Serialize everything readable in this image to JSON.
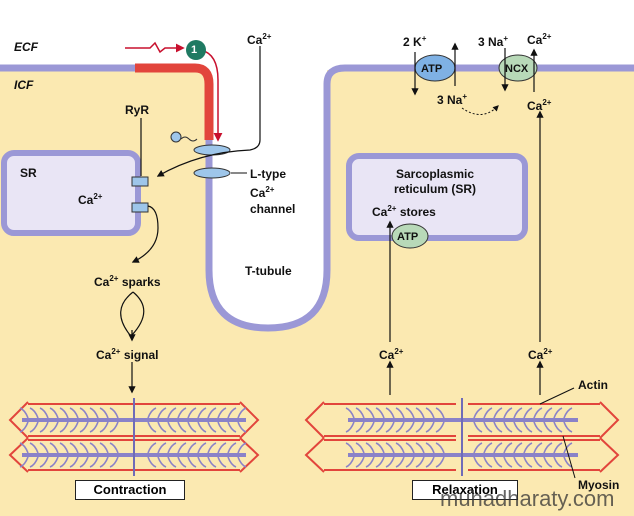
{
  "regions": {
    "ecf": "ECF",
    "icf": "ICF"
  },
  "step_badge": "1",
  "labels": {
    "ca_top_left": "Ca",
    "ryr": "RyR",
    "sr": "SR",
    "ca_sr": "Ca",
    "ltype_line1": "L-type",
    "ltype_line2": "Ca",
    "ltype_line3": "channel",
    "ca_sparks": "sparks",
    "ca_sparks_ion": "Ca",
    "ca_signal_ion": "Ca",
    "ca_signal": "signal",
    "t_tubule": "T-tubule",
    "k": "2 K",
    "na_left": "3 Na",
    "na_right": "3 Na",
    "ca_top_right": "Ca",
    "ca_right_mid": "Ca",
    "sr2_line1": "Sarcoplasmic",
    "sr2_line2": "reticulum (SR)",
    "ca_stores_ion": "Ca",
    "ca_stores": "stores",
    "ca_relax_left": "Ca",
    "ca_relax_right": "Ca",
    "actin": "Actin",
    "myosin": "Myosin",
    "ion_charge_2": "2+",
    "ion_charge_k": "+",
    "ion_charge_na": "+"
  },
  "pumps": {
    "atp_membrane": "ATP",
    "ncx": "NCX",
    "atp_sr": "ATP"
  },
  "captions": {
    "contraction": "Contraction",
    "relaxation": "Relaxation"
  },
  "watermark": "muhadharaty.com",
  "colors": {
    "icf": "#fbe9b1",
    "membrane": "#9b98d6",
    "membrane_dark": "#6f6cb8",
    "sr_fill": "#e9e5f5",
    "red": "#e2453c",
    "pump_blue": "#7fb1e4",
    "pump_green": "#b8d9b8",
    "badge": "#1f7a62",
    "myosin": "#8a82c8"
  }
}
